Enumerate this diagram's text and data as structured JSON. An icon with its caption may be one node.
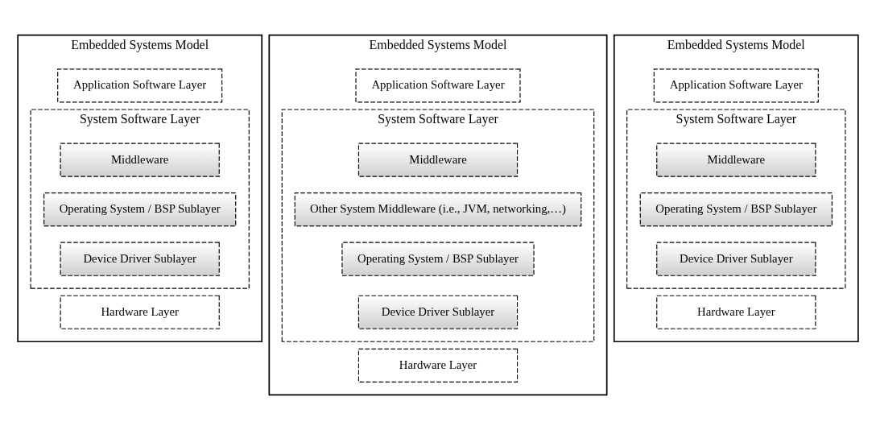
{
  "diagram": {
    "nodes": [
      {
        "text": [
          "Embedded Systems Model"
        ]
      },
      {
        "text": [
          "Application Software Layer"
        ],
        "in": 0
      },
      {
        "text": [
          "System Software Layer"
        ],
        "in": 0
      },
      {
        "text": [
          "Middleware"
        ],
        "in": 2
      },
      {
        "text": [
          "Operating System / BSP Sublayer"
        ],
        "in": 2
      },
      {
        "text": [
          "Device Driver Sublayer"
        ],
        "in": 2
      },
      {
        "text": [
          "Hardware Layer"
        ],
        "in": 0
      },
      {
        "text": [
          "Embedded Systems Model"
        ]
      },
      {
        "text": [
          "Application Software Layer"
        ],
        "in": 7
      },
      {
        "text": [
          "System Software Layer"
        ],
        "in": 7
      },
      {
        "text": [
          "Middleware"
        ],
        "in": 9
      },
      {
        "text": [
          "Other System Middleware (i.e., JVM, networking,…)"
        ],
        "in": 9
      },
      {
        "text": [
          "Operating System / BSP Sublayer"
        ],
        "in": 9
      },
      {
        "text": [
          "Device Driver Sublayer"
        ],
        "in": 9
      },
      {
        "text": [
          "Hardware Layer"
        ],
        "in": 7
      },
      {
        "text": [
          "Embedded Systems Model"
        ]
      },
      {
        "text": [
          "Application Software Layer"
        ],
        "in": 15
      },
      {
        "text": [
          "System Software Layer"
        ],
        "in": 15
      },
      {
        "text": [
          "Middleware"
        ],
        "in": 17
      },
      {
        "text": [
          "Operating System / BSP Sublayer"
        ],
        "in": 17
      },
      {
        "text": [
          "Device Driver Sublayer"
        ],
        "in": 17
      },
      {
        "text": [
          "Hardware Layer"
        ],
        "in": 15
      }
    ],
    "edges": []
  }
}
